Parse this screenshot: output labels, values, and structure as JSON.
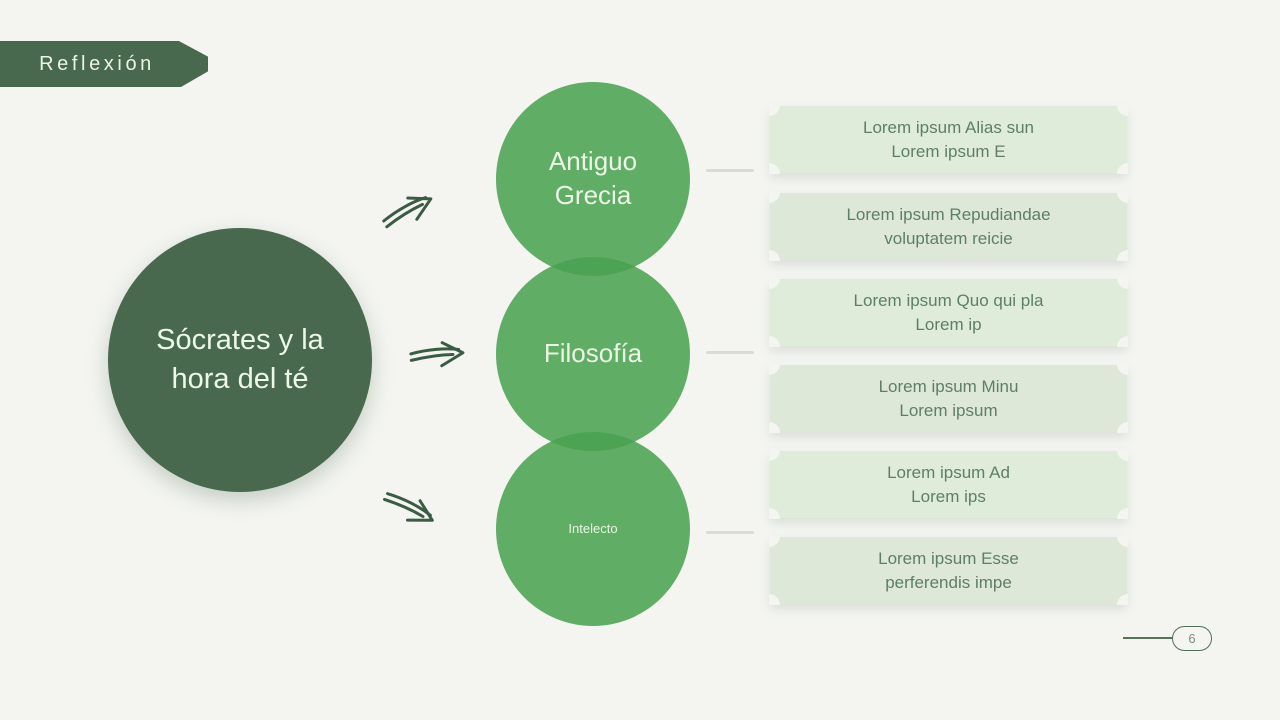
{
  "slide": {
    "page_number": "6",
    "background_color": "#f4f5f1"
  },
  "section_tag": {
    "label": "Reflexión"
  },
  "main_topic": {
    "label": "Sócrates y la hora del té"
  },
  "branches": [
    {
      "label": "Antiguo\nGrecia",
      "boxes": [
        {
          "text": "Lorem ipsum Alias sun\nLorem ipsum E"
        },
        {
          "text": "Lorem ipsum Repudiandae\nvoluptatem reicie"
        }
      ]
    },
    {
      "label": "Filosofía",
      "boxes": [
        {
          "text": "Lorem ipsum Quo qui pla\nLorem ip"
        },
        {
          "text": "Lorem ipsum Minu\nLorem ipsum"
        }
      ]
    },
    {
      "label": "Intelecto",
      "boxes": [
        {
          "text": "Lorem ipsum Ad\nLorem ips"
        },
        {
          "text": "Lorem ipsum Esse\nperferendis impe"
        }
      ]
    }
  ],
  "icons": {
    "arrow": "hand-drawn-double-line-arrow"
  },
  "colors": {
    "background": "#f4f5f1",
    "dark_green": "#48694e",
    "branch_green": "#49a250",
    "box_fill": "#e0ecda",
    "box_text": "#5e7f66",
    "arrow_green": "#3a5c43",
    "circle_text": "#ebf6e5"
  }
}
